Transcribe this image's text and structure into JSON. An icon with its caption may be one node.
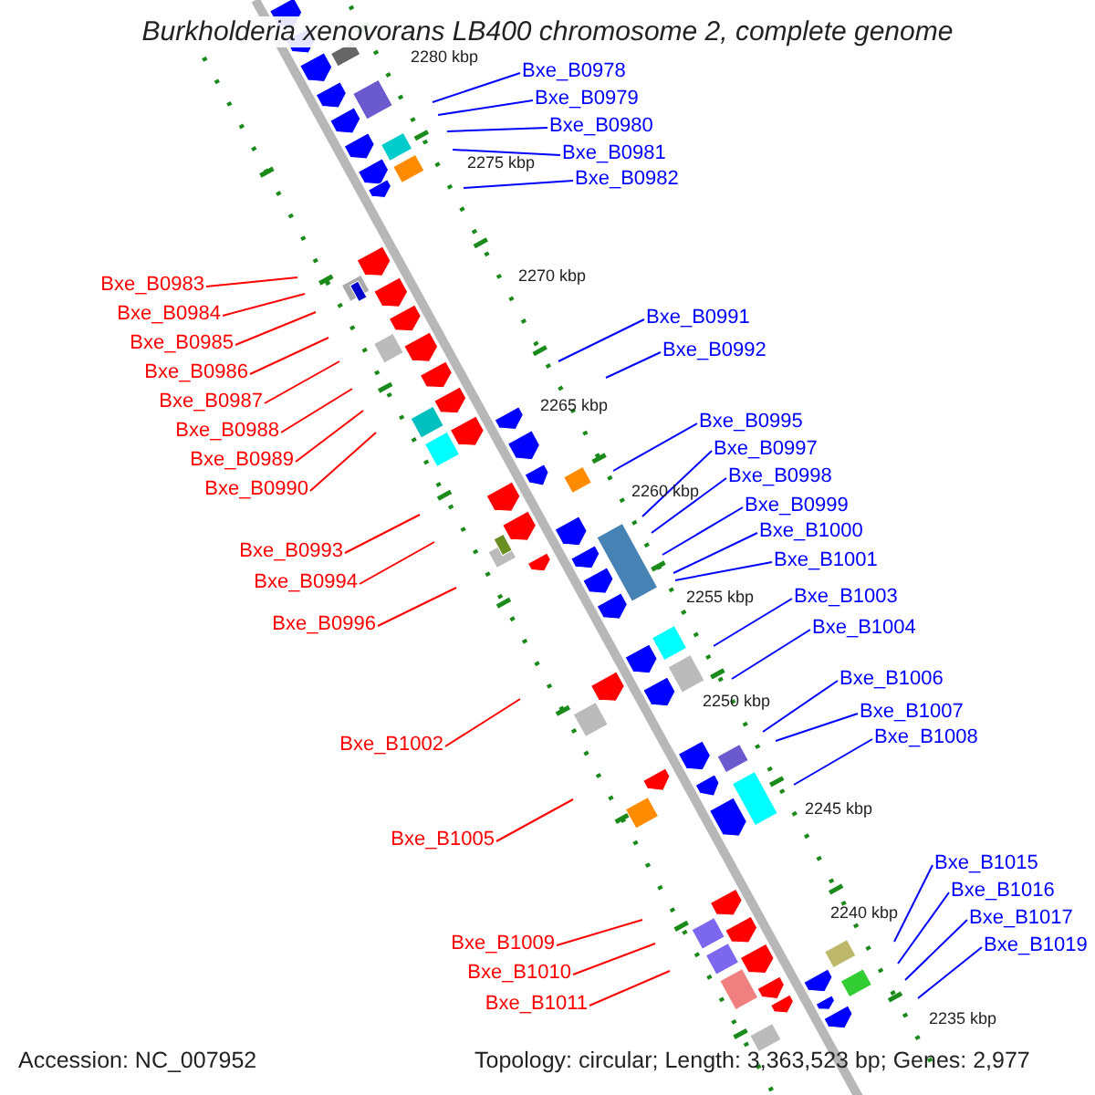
{
  "diagram": {
    "title": "Burkholderia xenovorans LB400 chromosome 2, complete genome",
    "nodes": [
      {
        "text": [
          "Bxe_B0978"
        ]
      },
      {
        "text": [
          "Bxe_B0979"
        ]
      },
      {
        "text": [
          "Bxe_B0980"
        ]
      },
      {
        "text": [
          "Bxe_B0981"
        ]
      },
      {
        "text": [
          "Bxe_B0982"
        ]
      },
      {
        "text": [
          "Bxe_B0983"
        ]
      },
      {
        "text": [
          "Bxe_B0984"
        ]
      },
      {
        "text": [
          "Bxe_B0985"
        ]
      },
      {
        "text": [
          "Bxe_B0986"
        ]
      },
      {
        "text": [
          "Bxe_B0987"
        ]
      },
      {
        "text": [
          "Bxe_B0988"
        ]
      },
      {
        "text": [
          "Bxe_B0989"
        ]
      },
      {
        "text": [
          "Bxe_B0990"
        ]
      },
      {
        "text": [
          "Bxe_B0991"
        ]
      },
      {
        "text": [
          "Bxe_B0992"
        ]
      },
      {
        "text": [
          "Bxe_B0993"
        ]
      },
      {
        "text": [
          "Bxe_B0994"
        ]
      },
      {
        "text": [
          "Bxe_B0995"
        ]
      },
      {
        "text": [
          "Bxe_B0996"
        ]
      },
      {
        "text": [
          "Bxe_B0997"
        ]
      },
      {
        "text": [
          "Bxe_B0998"
        ]
      },
      {
        "text": [
          "Bxe_B0999"
        ]
      },
      {
        "text": [
          "Bxe_B1000"
        ]
      },
      {
        "text": [
          "Bxe_B1001"
        ]
      },
      {
        "text": [
          "Bxe_B1002"
        ]
      },
      {
        "text": [
          "Bxe_B1003"
        ]
      },
      {
        "text": [
          "Bxe_B1004"
        ]
      },
      {
        "text": [
          "Bxe_B1005"
        ]
      },
      {
        "text": [
          "Bxe_B1006"
        ]
      },
      {
        "text": [
          "Bxe_B1007"
        ]
      },
      {
        "text": [
          "Bxe_B1008"
        ]
      },
      {
        "text": [
          "Bxe_B1009"
        ]
      },
      {
        "text": [
          "Bxe_B1010"
        ]
      },
      {
        "text": [
          "Bxe_B1011"
        ]
      },
      {
        "text": [
          "Bxe_B1015"
        ]
      },
      {
        "text": [
          "Bxe_B1016"
        ]
      },
      {
        "text": [
          "Bxe_B1017"
        ]
      },
      {
        "text": [
          "Bxe_B1019"
        ]
      }
    ],
    "edges": [
      {
        "from": 0,
        "to": null,
        "arrow": "none"
      },
      {
        "from": 1,
        "to": null,
        "arrow": "none"
      },
      {
        "from": 2,
        "to": null,
        "arrow": "none"
      },
      {
        "from": 3,
        "to": null,
        "arrow": "none"
      },
      {
        "from": 4,
        "to": null,
        "arrow": "none"
      },
      {
        "from": 5,
        "to": null,
        "arrow": "none",
        "color": "#ff0000"
      },
      {
        "from": 6,
        "to": null,
        "arrow": "none",
        "color": "#ff0000"
      },
      {
        "from": 7,
        "to": null,
        "arrow": "none",
        "color": "#ff0000"
      },
      {
        "from": 8,
        "to": null,
        "arrow": "none",
        "color": "#ff0000"
      },
      {
        "from": 9,
        "to": null,
        "arrow": "none",
        "color": "#ff0000"
      },
      {
        "from": 10,
        "to": null,
        "arrow": "none",
        "color": "#ff0000"
      },
      {
        "from": 11,
        "to": null,
        "arrow": "none",
        "color": "#ff0000"
      },
      {
        "from": 12,
        "to": null,
        "arrow": "none",
        "color": "#ff0000"
      },
      {
        "from": 13,
        "to": null,
        "arrow": "none"
      },
      {
        "from": 14,
        "to": null,
        "arrow": "none"
      },
      {
        "from": 15,
        "to": null,
        "arrow": "none",
        "color": "#ff0000"
      },
      {
        "from": 16,
        "to": null,
        "arrow": "none",
        "color": "#ff0000"
      },
      {
        "from": 17,
        "to": null,
        "arrow": "none"
      },
      {
        "from": 18,
        "to": null,
        "arrow": "none",
        "color": "#ff0000"
      },
      {
        "from": 19,
        "to": null,
        "arrow": "none"
      },
      {
        "from": 20,
        "to": null,
        "arrow": "none"
      },
      {
        "from": 21,
        "to": null,
        "arrow": "none"
      },
      {
        "from": 22,
        "to": null,
        "arrow": "none"
      },
      {
        "from": 23,
        "to": null,
        "arrow": "none"
      },
      {
        "from": 24,
        "to": null,
        "arrow": "none",
        "color": "#ff0000"
      },
      {
        "from": 25,
        "to": null,
        "arrow": "none"
      },
      {
        "from": 26,
        "to": null,
        "arrow": "none"
      },
      {
        "from": 27,
        "to": null,
        "arrow": "none",
        "color": "#ff0000"
      },
      {
        "from": 28,
        "to": null,
        "arrow": "none"
      },
      {
        "from": 29,
        "to": null,
        "arrow": "none"
      },
      {
        "from": 30,
        "to": null,
        "arrow": "none"
      },
      {
        "from": 31,
        "to": null,
        "arrow": "none",
        "color": "#ff0000"
      },
      {
        "from": 32,
        "to": null,
        "arrow": "none",
        "color": "#ff0000"
      },
      {
        "from": 33,
        "to": null,
        "arrow": "none",
        "color": "#ff0000"
      },
      {
        "from": 34,
        "to": null,
        "arrow": "none"
      },
      {
        "from": 35,
        "to": null,
        "arrow": "none"
      },
      {
        "from": 36,
        "to": null,
        "arrow": "none"
      },
      {
        "from": 37,
        "to": null,
        "arrow": "none"
      }
    ],
    "labels": [
      "2280 kbp",
      "2275 kbp",
      "2270 kbp",
      "2265 kbp",
      "2260 kbp",
      "2255 kbp",
      "2250 kbp",
      "2245 kbp",
      "2240 kbp",
      "2235 kbp",
      "Accession: NC_007952",
      "Topology: circular; Length: 3,363,523 bp; Genes: 2,977"
    ]
  }
}
